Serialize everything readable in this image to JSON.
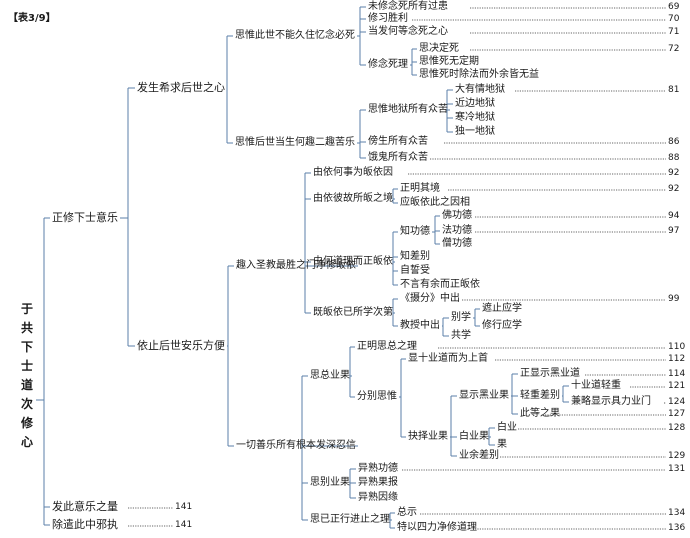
{
  "table_tag": "【表3/9】",
  "root_title": "于共下士道次修心",
  "nodes": [
    {
      "id": "n1",
      "text": "正修下士意乐"
    },
    {
      "id": "n2",
      "text": "发此意乐之量",
      "num": "141"
    },
    {
      "id": "n3",
      "text": "除遣此中邪执",
      "num": "141"
    },
    {
      "id": "n4",
      "text": "发生希求后世之心"
    },
    {
      "id": "n5",
      "text": "依止后世安乐方便"
    },
    {
      "id": "n6",
      "text": "思惟此世不能久住忆念必死"
    },
    {
      "id": "n7",
      "text": "思惟后世当生何趣二趣苦乐"
    },
    {
      "id": "n8",
      "text": "未修念死所有过患",
      "num": "69"
    },
    {
      "id": "n9",
      "text": "修习胜利",
      "num": "70"
    },
    {
      "id": "n10",
      "text": "当发何等念死之心",
      "num": "71"
    },
    {
      "id": "n11",
      "text": "修念死理"
    },
    {
      "id": "n12",
      "text": "思决定死",
      "num": "72"
    },
    {
      "id": "n13",
      "text": "思惟死无定期"
    },
    {
      "id": "n14",
      "text": "思惟死时除法而外余皆无益"
    },
    {
      "id": "n15",
      "text": "思惟地狱所有众苦"
    },
    {
      "id": "n16",
      "text": "傍生所有众苦",
      "num": "86"
    },
    {
      "id": "n17",
      "text": "饿鬼所有众苦",
      "num": "88"
    },
    {
      "id": "n18",
      "text": "大有情地狱",
      "num": "81"
    },
    {
      "id": "n19",
      "text": "近边地狱"
    },
    {
      "id": "n20",
      "text": "寒冷地狱"
    },
    {
      "id": "n21",
      "text": "独一地狱"
    },
    {
      "id": "n22",
      "text": "趣入圣教最胜之门净修皈依"
    },
    {
      "id": "n23",
      "text": "一切善乐所有根本发深忍信"
    },
    {
      "id": "n24",
      "text": "由依何事为皈依因",
      "num": "92"
    },
    {
      "id": "n25",
      "text": "由依彼故所皈之境"
    },
    {
      "id": "n26",
      "text": "由何道理而正皈依"
    },
    {
      "id": "n27",
      "text": "既皈依已所学次第"
    },
    {
      "id": "n28",
      "text": "正明其境",
      "num": "92"
    },
    {
      "id": "n29",
      "text": "应皈依此之因相"
    },
    {
      "id": "n30",
      "text": "知功德"
    },
    {
      "id": "n31",
      "text": "知差别"
    },
    {
      "id": "n32",
      "text": "自誓受"
    },
    {
      "id": "n33",
      "text": "不言有余而正皈依"
    },
    {
      "id": "n34",
      "text": "佛功德",
      "num": "94"
    },
    {
      "id": "n35",
      "text": "法功德",
      "num": "97"
    },
    {
      "id": "n36",
      "text": "僧功德"
    },
    {
      "id": "n37",
      "text": "《摄分》中出",
      "num": "99"
    },
    {
      "id": "n38",
      "text": "教授中出"
    },
    {
      "id": "n39",
      "text": "别学"
    },
    {
      "id": "n40",
      "text": "共学"
    },
    {
      "id": "n41",
      "text": "遮止应学"
    },
    {
      "id": "n42",
      "text": "修行应学"
    },
    {
      "id": "n43",
      "text": "思总业果"
    },
    {
      "id": "n44",
      "text": "思别业果"
    },
    {
      "id": "n45",
      "text": "思已正行进止之理"
    },
    {
      "id": "n46",
      "text": "正明思总之理",
      "num": "110"
    },
    {
      "id": "n47",
      "text": "分别思惟"
    },
    {
      "id": "n48",
      "text": "显十业道而为上首",
      "num": "112"
    },
    {
      "id": "n49",
      "text": "抉择业果"
    },
    {
      "id": "n50",
      "text": "显示黑业果"
    },
    {
      "id": "n51",
      "text": "白业果"
    },
    {
      "id": "n52",
      "text": "业余差别",
      "num": "129"
    },
    {
      "id": "n53",
      "text": "正显示黑业道",
      "num": "114"
    },
    {
      "id": "n54",
      "text": "轻重差别"
    },
    {
      "id": "n55",
      "text": "此等之果",
      "num": "127"
    },
    {
      "id": "n56",
      "text": "十业道轻重",
      "num": "121"
    },
    {
      "id": "n57",
      "text": "兼略显示具力业门",
      "num": "124"
    },
    {
      "id": "n58",
      "text": "白业",
      "num": "128"
    },
    {
      "id": "n59",
      "text": "果"
    },
    {
      "id": "n60",
      "text": "异熟功德",
      "num": "131"
    },
    {
      "id": "n61",
      "text": "异熟果报"
    },
    {
      "id": "n62",
      "text": "异熟因缘"
    },
    {
      "id": "n63",
      "text": "总示",
      "num": "134"
    },
    {
      "id": "n64",
      "text": "特以四力净修道理",
      "num": "136"
    }
  ]
}
